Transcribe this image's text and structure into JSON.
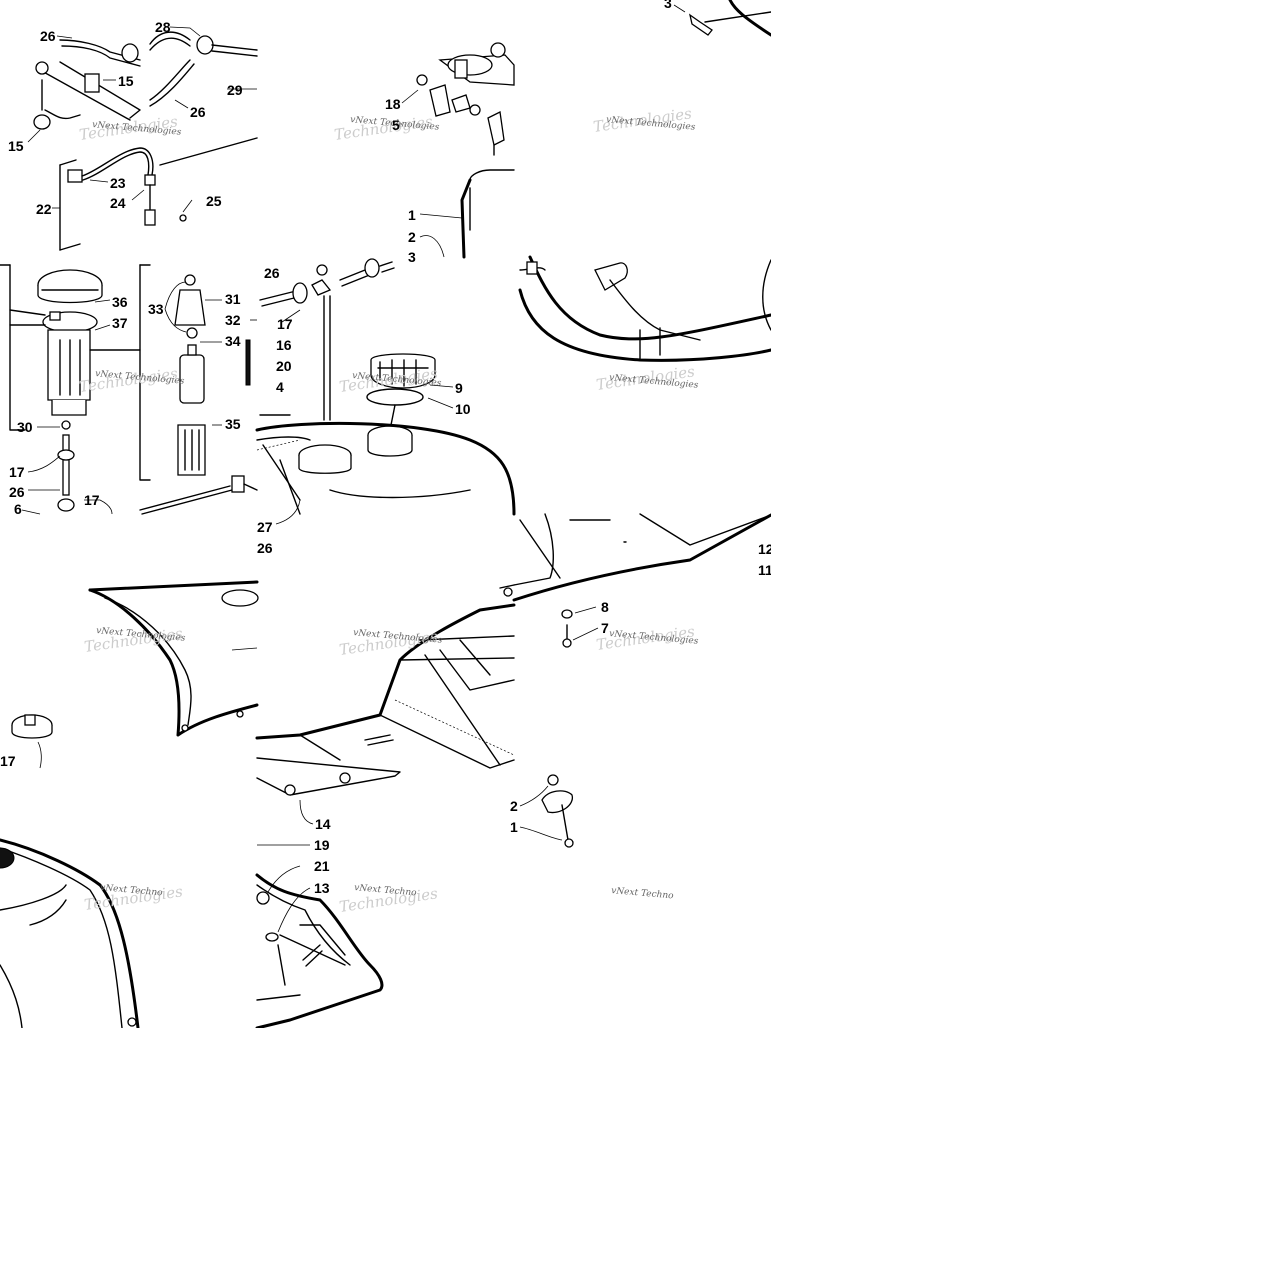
{
  "callouts": [
    "26",
    "28",
    "15",
    "29",
    "26",
    "15",
    "22",
    "23",
    "24",
    "25",
    "18",
    "5",
    "3",
    "1",
    "2",
    "3",
    "36",
    "37",
    "33",
    "31",
    "32",
    "34",
    "16",
    "20",
    "4",
    "30",
    "35",
    "17",
    "26",
    "6",
    "17",
    "26",
    "17",
    "9",
    "10",
    "27",
    "26",
    "12",
    "11",
    "8",
    "7",
    "17",
    "14",
    "19",
    "21",
    "13",
    "2",
    "1"
  ],
  "watermark": "vNext Technologies",
  "watermark_truncated": "vNext Techno",
  "watermark_back": "Technologies"
}
